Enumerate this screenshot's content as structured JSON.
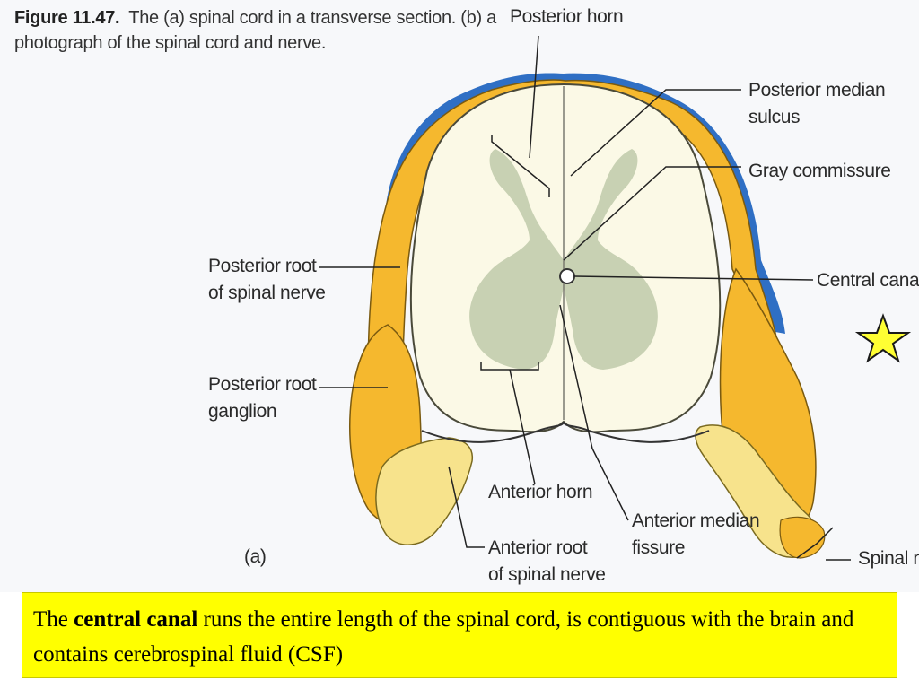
{
  "caption": {
    "figure_number": "Figure 11.47.",
    "text": "The (a) spinal cord in a transverse section. (b) a photograph of the spinal cord and nerve."
  },
  "panel_label": "(a)",
  "labels": {
    "posterior_horn": "Posterior horn",
    "posterior_median_sulcus": [
      "Posterior median",
      "sulcus"
    ],
    "gray_commissure": "Gray commissure",
    "central_canal": "Central canal",
    "posterior_root": [
      "Posterior root",
      "of spinal nerve"
    ],
    "posterior_root_ganglion": [
      "Posterior root",
      "ganglion"
    ],
    "anterior_horn": "Anterior horn",
    "anterior_median_fissure": [
      "Anterior median",
      "fissure"
    ],
    "anterior_root": [
      "Anterior root",
      "of spinal nerve"
    ],
    "spinal_nerve": "Spinal nerve"
  },
  "note": {
    "before": "The ",
    "bold": "central canal",
    "after": " runs the entire length of the spinal cord, is contiguous with the brain and contains cerebrospinal fluid (CSF)"
  },
  "icons": {
    "star": "star-icon"
  },
  "colors": {
    "highlight_bg": "#ffff00",
    "meninges_orange": "#f5b82e",
    "nerve_yellow": "#f7e38c",
    "white_matter": "#fbf9e6",
    "gray_matter": "#c8d1b3",
    "pia_blue": "#2f6fc4",
    "star_fill": "#ffff33"
  }
}
